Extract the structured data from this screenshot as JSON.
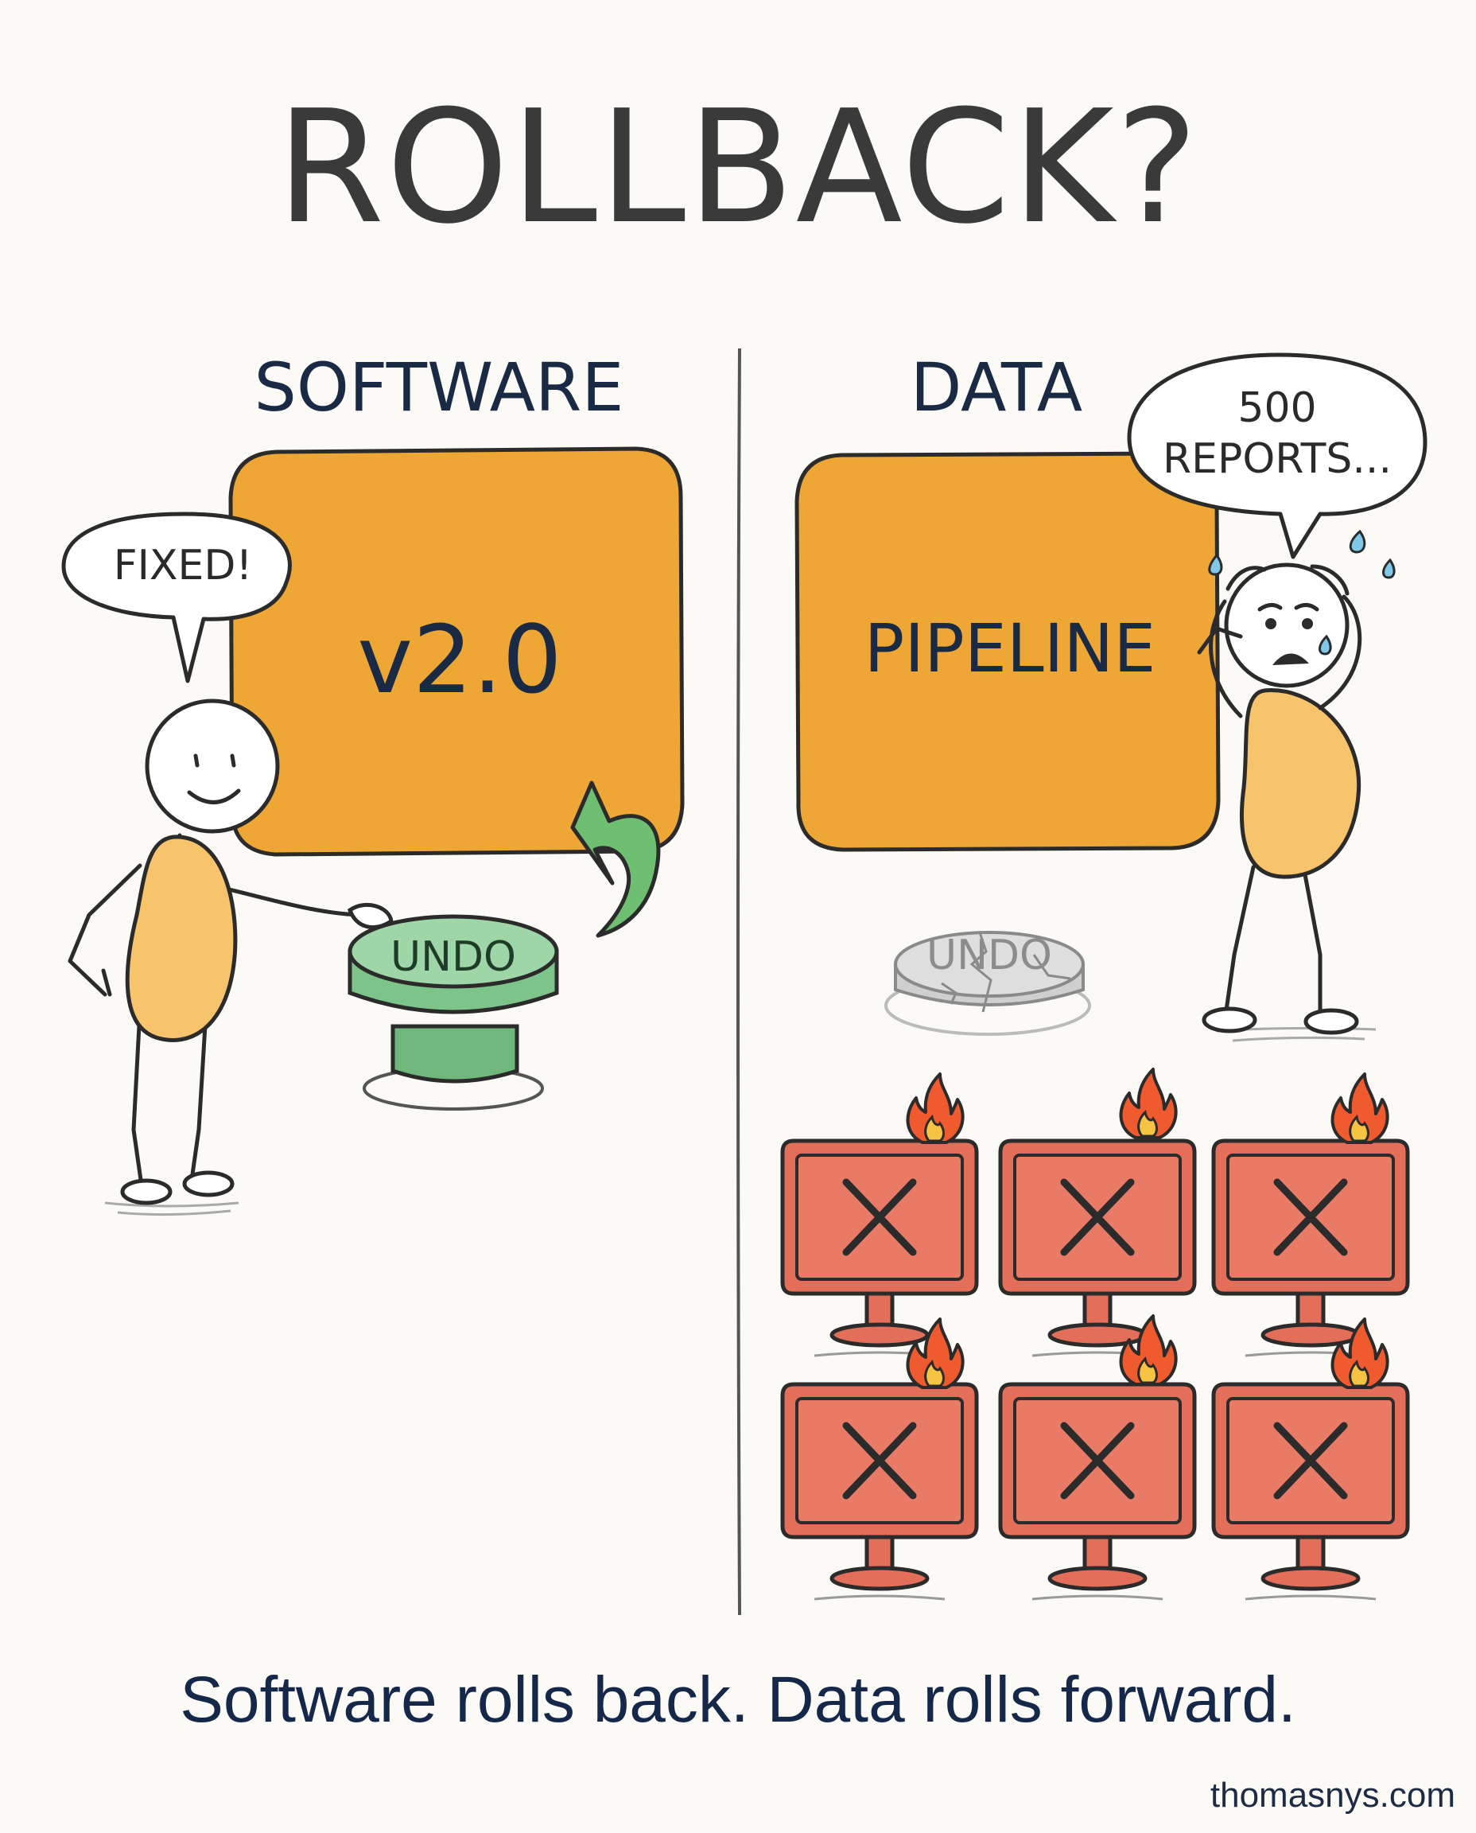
{
  "title": "ROLLBACK?",
  "software": {
    "heading": "SOFTWARE",
    "box_label": "v2.0",
    "bubble": "FIXED!",
    "button_label": "UNDO"
  },
  "data": {
    "heading": "DATA",
    "box_label": "PIPELINE",
    "bubble_line1": "500",
    "bubble_line2": "REPORTS...",
    "button_label": "UNDO"
  },
  "caption": "Software rolls back. Data rolls forward.",
  "credit": "thomasnys.com",
  "colors": {
    "box_orange": "#eea734",
    "body_yellow": "#f7c46c",
    "button_green": "#8fd19e",
    "arrow_green": "#6fbf73",
    "monitor_red": "#e36f5b",
    "text_navy": "#1b2a44"
  },
  "icons": [
    "undo-arrow-icon",
    "fire-icon",
    "x-mark-icon",
    "sweat-drop-icon",
    "broken-button-icon"
  ]
}
